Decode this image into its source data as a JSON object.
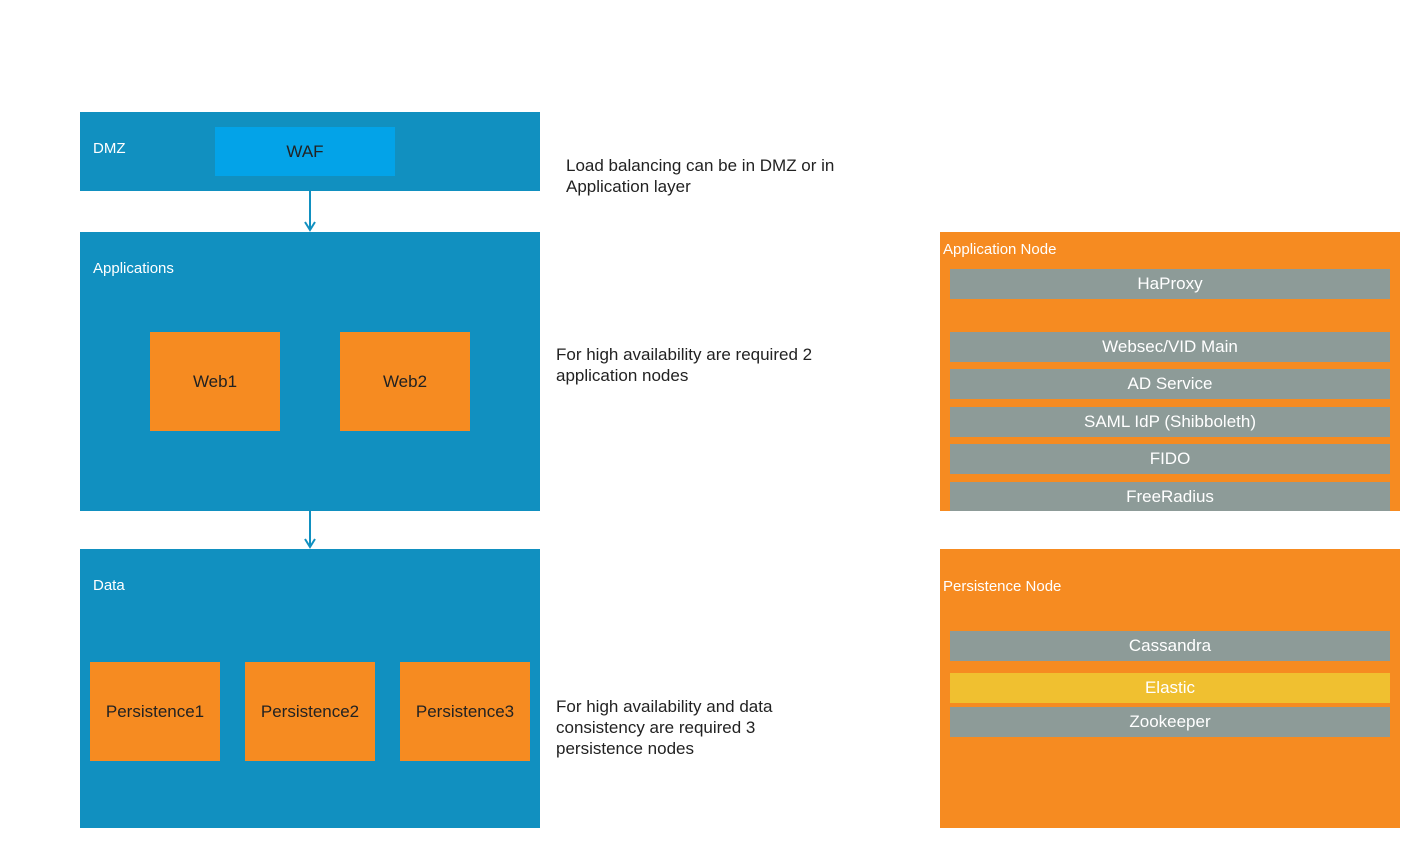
{
  "dmz": {
    "label": "DMZ",
    "waf": "WAF"
  },
  "applications": {
    "label": "Applications",
    "nodes": [
      "Web1",
      "Web2"
    ]
  },
  "data": {
    "label": "Data",
    "nodes": [
      "Persistence1",
      "Persistence2",
      "Persistence3"
    ]
  },
  "notes": {
    "load_balancing": [
      "Load balancing can be in DMZ or in",
      "Application layer"
    ],
    "app_ha": [
      "For high availability are required 2",
      "application nodes"
    ],
    "data_ha": [
      "For high availability and data",
      "consistency are required 3",
      "persistence nodes"
    ]
  },
  "application_node": {
    "title": "Application Node",
    "services": [
      "HaProxy",
      "Websec/VID Main",
      "AD Service",
      "SAML IdP (Shibboleth)",
      "FIDO",
      "FreeRadius"
    ]
  },
  "persistence_node": {
    "title": "Persistence Node",
    "services": [
      "Cassandra",
      "Elastic",
      "Zookeeper"
    ]
  },
  "colors": {
    "zone": "#1190c0",
    "node": "#f68b21",
    "waf": "#03a3e8",
    "service": "#8d9b98",
    "highlight": "#f0c030",
    "arrow": "#1190c0"
  }
}
